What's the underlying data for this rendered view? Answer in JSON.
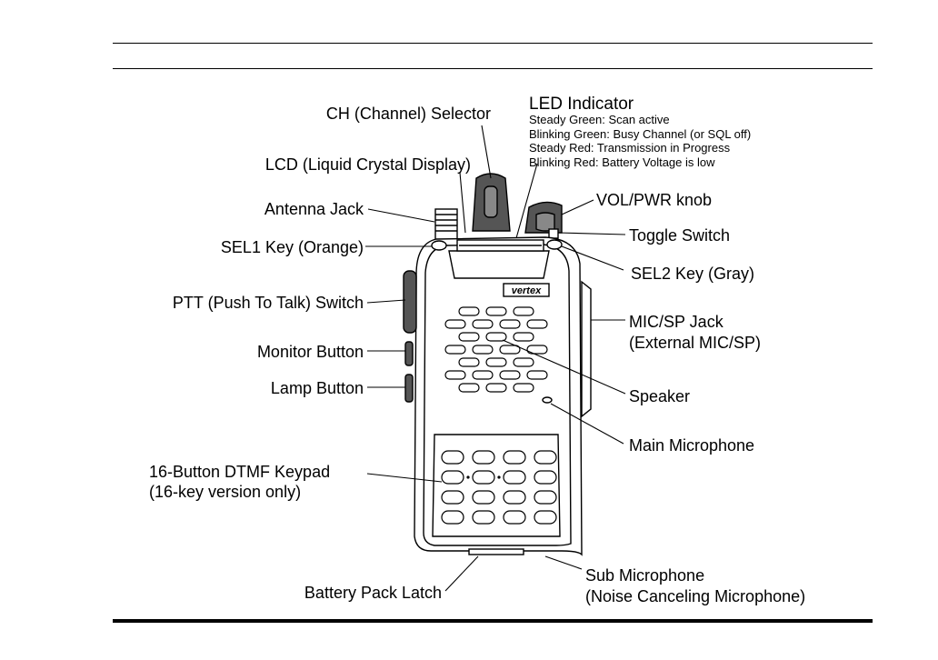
{
  "labels": {
    "ch_selector": "CH (Channel) Selector",
    "lcd": "LCD (Liquid Crystal Display)",
    "antenna_jack": "Antenna Jack",
    "sel1_key": "SEL1 Key (Orange)",
    "ptt_switch": "PTT (Push To Talk) Switch",
    "monitor_button": "Monitor Button",
    "lamp_button": "Lamp Button",
    "dtmf_keypad": [
      "16-Button DTMF Keypad",
      "(16-key version only)"
    ],
    "battery_latch": "Battery Pack Latch",
    "led_indicator": {
      "title": "LED Indicator",
      "lines": [
        "Steady Green: Scan active",
        "Blinking Green: Busy Channel (or SQL off)",
        "Steady Red: Transmission in Progress",
        "Blinking Red: Battery Voltage is low"
      ]
    },
    "vol_pwr_knob": "VOL/PWR knob",
    "toggle_switch": "Toggle Switch",
    "sel2_key": "SEL2 Key (Gray)",
    "mic_sp_jack": [
      "MIC/SP Jack",
      "(External MIC/SP)"
    ],
    "speaker": "Speaker",
    "main_microphone": "Main Microphone",
    "sub_microphone": [
      "Sub Microphone",
      "(Noise Canceling Microphone)"
    ]
  },
  "brand_logo": "vertex"
}
